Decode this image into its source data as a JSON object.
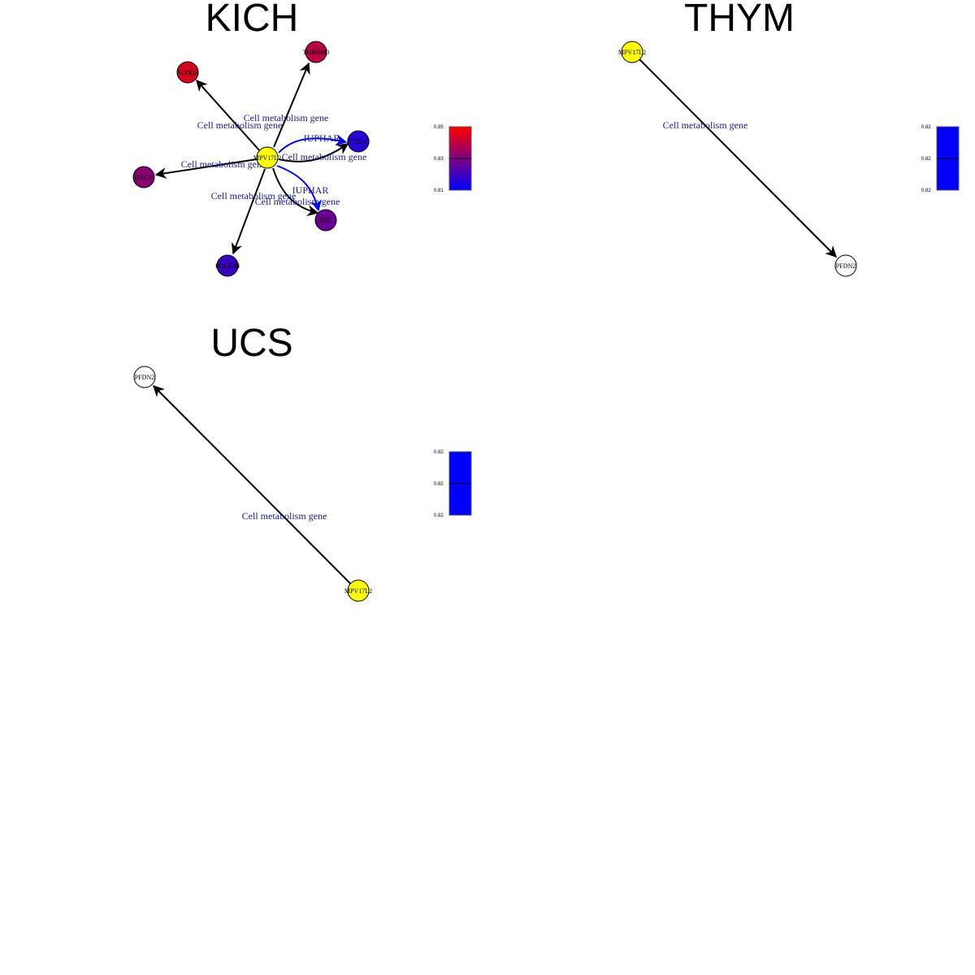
{
  "panels": [
    {
      "title": "KICH",
      "legend": {
        "ticks": [
          "0.85",
          "0.83",
          "0.81"
        ],
        "min": 0.81,
        "max": 0.85,
        "colors": [
          "#0000ff",
          "#ff0000"
        ]
      },
      "nodes": [
        {
          "id": "MPV17L2",
          "color": "#ffff00"
        },
        {
          "id": "ALDOA",
          "color": "#d6001f"
        },
        {
          "id": "TOMM40",
          "color": "#b80043"
        },
        {
          "id": "PTGES2",
          "color": "#2a00d6"
        },
        {
          "id": "HAGH",
          "color": "#880070"
        },
        {
          "id": "BSG",
          "color": "#680090"
        },
        {
          "id": "POLR2H",
          "color": "#3a00c0"
        }
      ],
      "edges": [
        {
          "from": "MPV17L2",
          "to": "ALDOA",
          "label": "Cell metabolism gene",
          "type": "black"
        },
        {
          "from": "MPV17L2",
          "to": "TOMM40",
          "label": "Cell metabolism gene",
          "type": "black"
        },
        {
          "from": "MPV17L2",
          "to": "PTGES2",
          "label": "IUPHAR",
          "type": "blue"
        },
        {
          "from": "MPV17L2",
          "to": "PTGES2",
          "label": "Cell metabolism gene",
          "type": "black"
        },
        {
          "from": "MPV17L2",
          "to": "HAGH",
          "label": "Cell metabolism gene",
          "type": "black"
        },
        {
          "from": "MPV17L2",
          "to": "BSG",
          "label": "IUPHAR",
          "type": "blue"
        },
        {
          "from": "MPV17L2",
          "to": "BSG",
          "label": "Cell metabolism gene",
          "type": "black"
        },
        {
          "from": "MPV17L2",
          "to": "POLR2H",
          "label": "Cell metabolism gene",
          "type": "black"
        }
      ]
    },
    {
      "title": "THYM",
      "legend": {
        "ticks": [
          "0.82",
          "0.82",
          "0.82"
        ],
        "colors": [
          "#0000ff",
          "#0000ff"
        ]
      },
      "nodes": [
        {
          "id": "MPV17L2",
          "color": "#ffff00"
        },
        {
          "id": "PFDN2",
          "color": "#ffffff"
        }
      ],
      "edges": [
        {
          "from": "MPV17L2",
          "to": "PFDN2",
          "label": "Cell metabolism gene",
          "type": "black"
        }
      ]
    },
    {
      "title": "UCS",
      "legend": {
        "ticks": [
          "0.82",
          "0.82",
          "0.82"
        ],
        "colors": [
          "#0000ff",
          "#0000ff"
        ]
      },
      "nodes": [
        {
          "id": "PFDN2",
          "color": "#ffffff"
        },
        {
          "id": "MPV17L2",
          "color": "#ffff00"
        }
      ],
      "edges": [
        {
          "from": "MPV17L2",
          "to": "PFDN2",
          "label": "Cell metabolism gene",
          "type": "black"
        }
      ]
    }
  ]
}
